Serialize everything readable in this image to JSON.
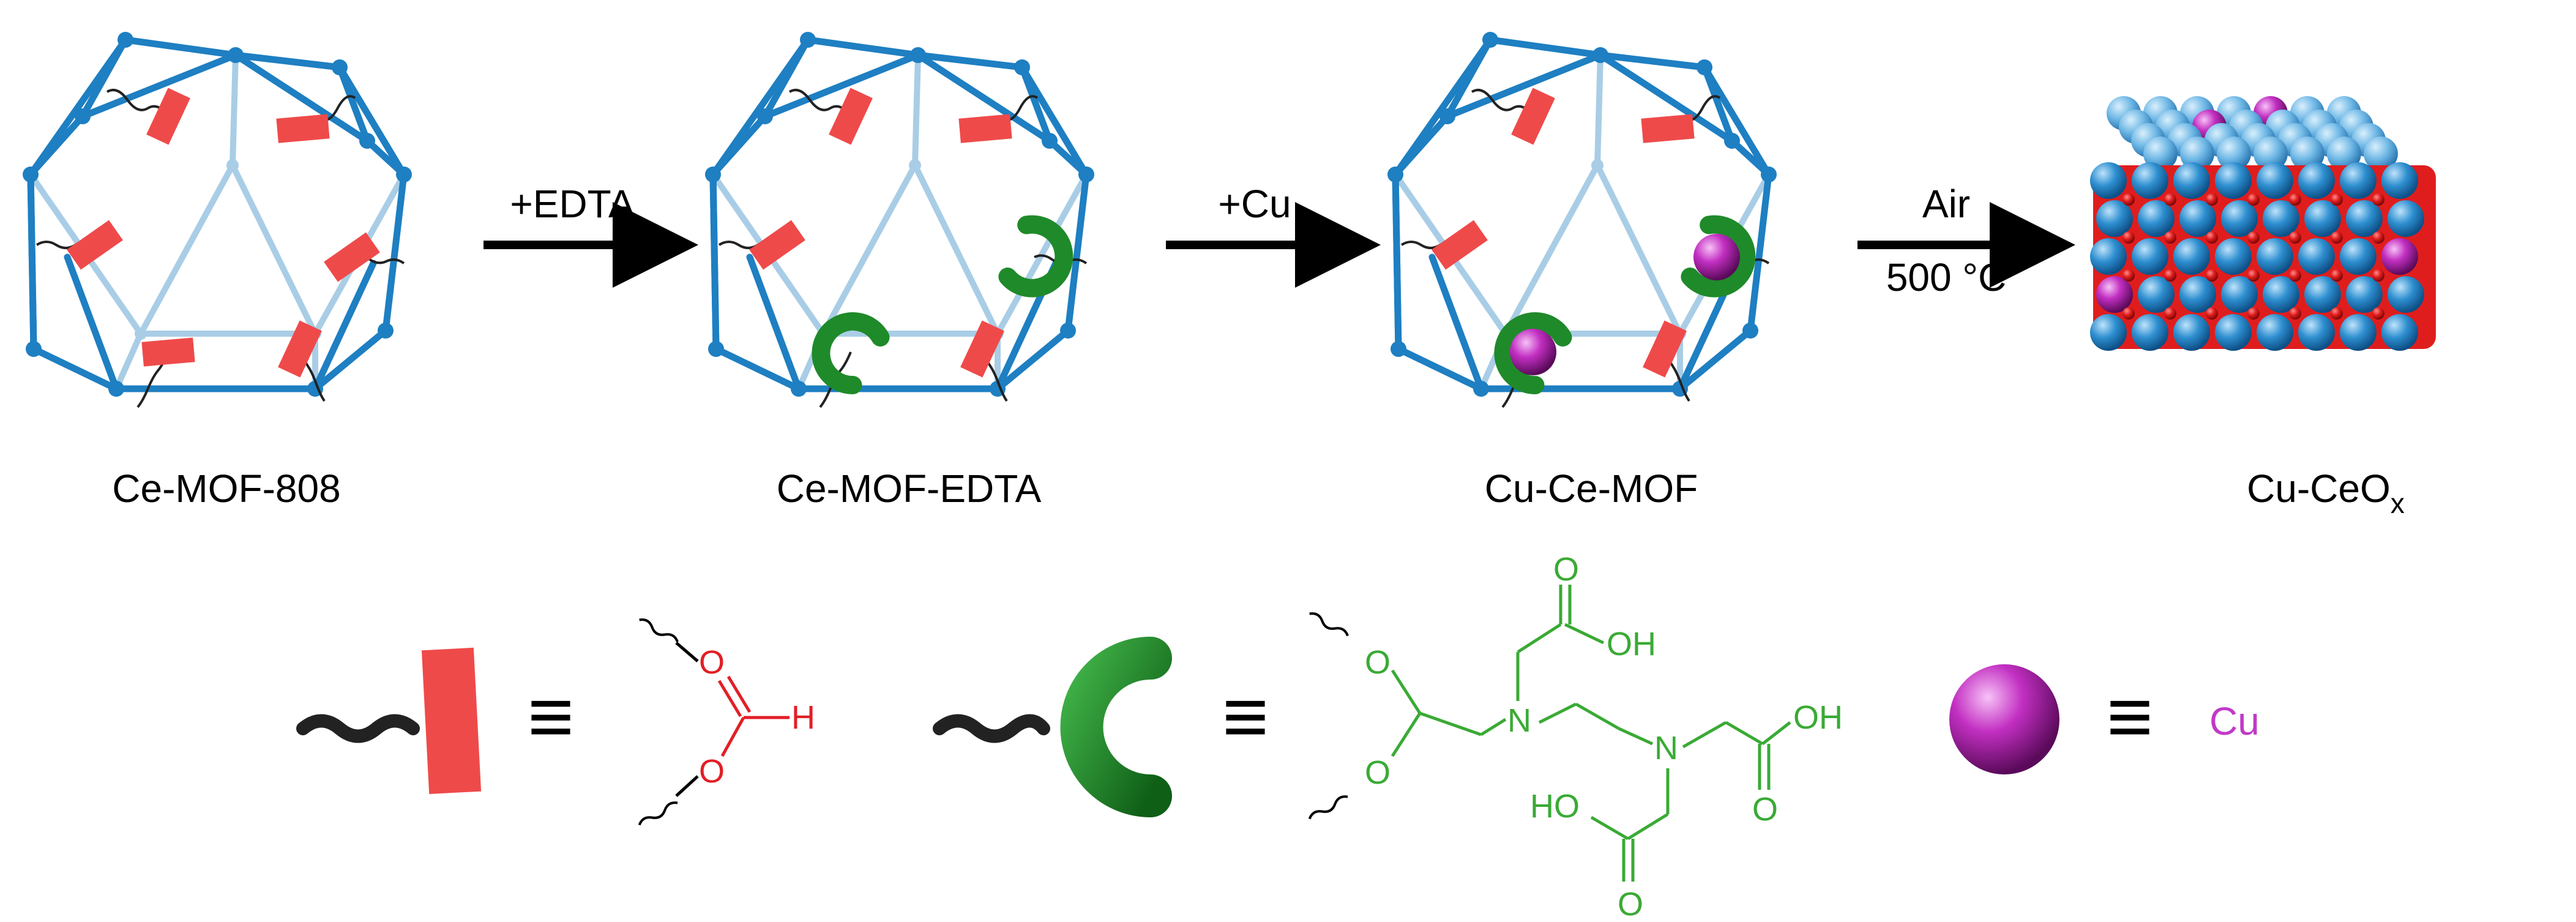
{
  "stages": [
    {
      "label": "Ce-MOF-808"
    },
    {
      "label": "Ce-MOF-EDTA"
    },
    {
      "label": "Cu-Ce-MOF"
    },
    {
      "label": "Cu-CeO",
      "subscript": "x"
    }
  ],
  "arrows": [
    {
      "top": "+EDTA",
      "bottom": ""
    },
    {
      "top": "+Cu",
      "bottom": ""
    },
    {
      "top": "Air",
      "bottom": "500 °C"
    }
  ],
  "legend": {
    "equiv_symbol": "≡",
    "formate": {
      "atom_o_top": "O",
      "atom_o_bottom": "O",
      "atom_h": "H"
    },
    "edta": {
      "atom_o_top": "O",
      "atom_o_bottom": "O",
      "atom_n1": "N",
      "atom_n2": "N",
      "oh_1": "OH",
      "oh_2": "OH",
      "ho_3": "HO",
      "dbl_o_1": "O",
      "dbl_o_2": "O",
      "dbl_o_3": "O"
    },
    "cu_label": "Cu"
  },
  "colors": {
    "frame_dark": "#1e7fc2",
    "frame_light": "#a9cde6",
    "linker_red": "#ef4a4a",
    "edta_green": "#1f8a2a",
    "cu_magenta": "#c22fc2",
    "ceo_blue": "#2e8fd0",
    "ceo_red": "#e01d1d",
    "structure_green": "#3aaa35",
    "structure_red": "#e21f26",
    "cu_text": "#c03ac8",
    "arrow": "#000000"
  }
}
